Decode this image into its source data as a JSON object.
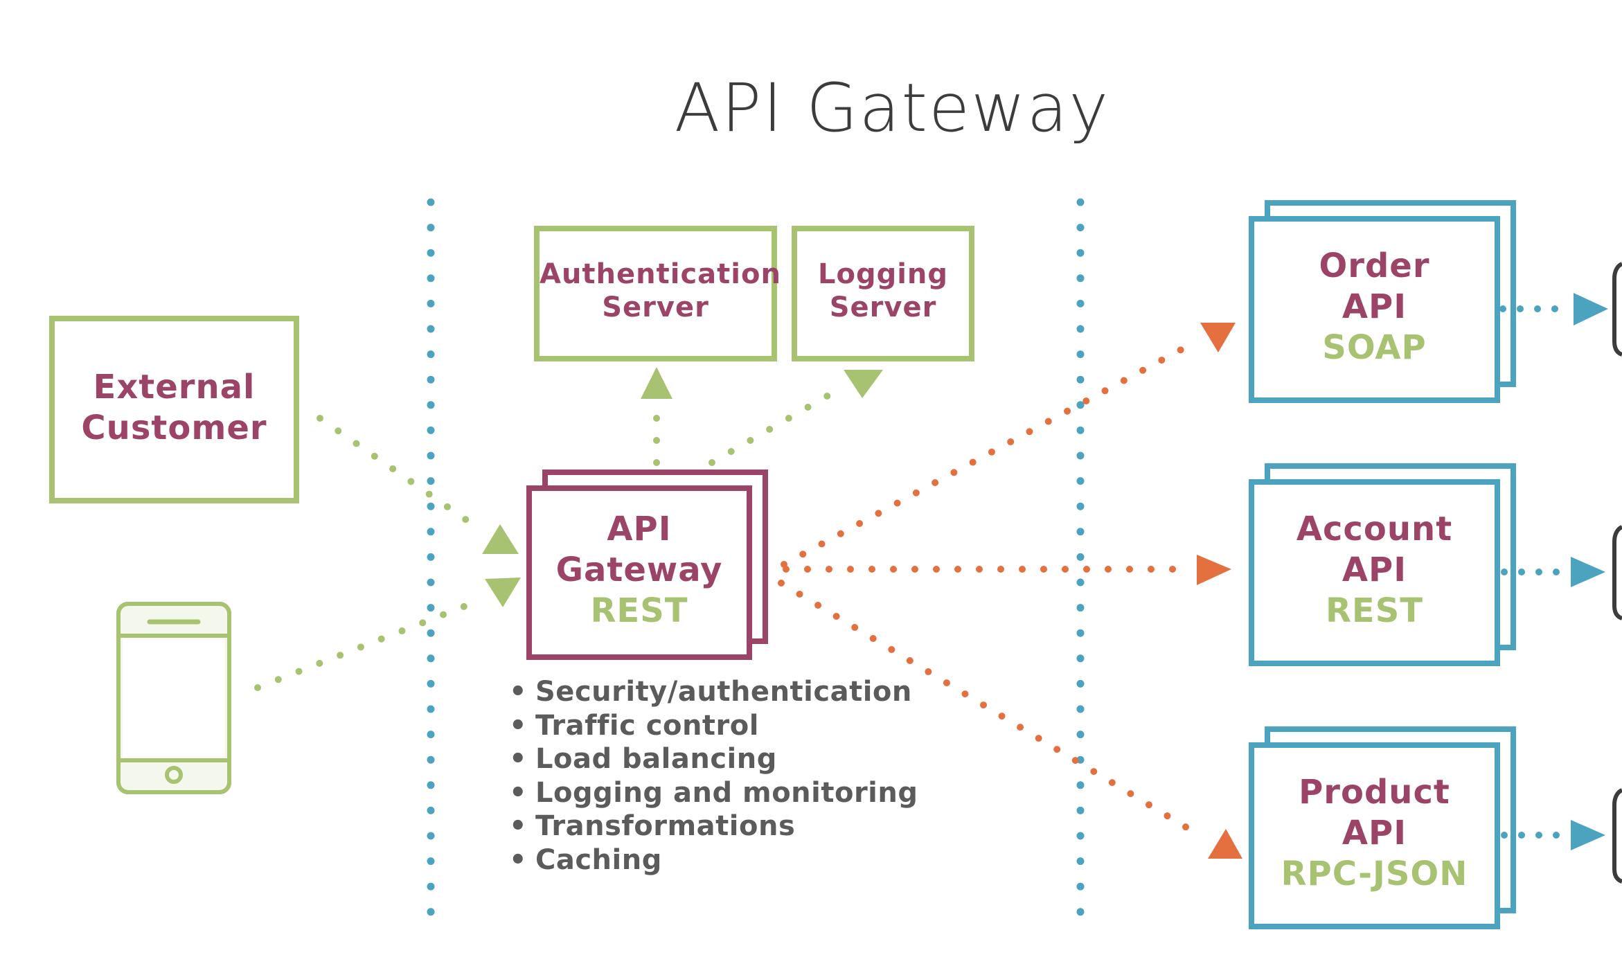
{
  "title": "API Gateway",
  "colors": {
    "green": "#a7c271",
    "purple": "#9c4468",
    "blue": "#4ba3c0",
    "orange": "#e4703f",
    "divider": "#4ba3c0",
    "text": "#5b5b5b"
  },
  "clients": {
    "external_customer": {
      "line1": "External",
      "line2": "Customer"
    },
    "mobile": {
      "icon": "smartphone-icon"
    }
  },
  "services": {
    "auth": {
      "line1": "Authentication",
      "line2": "Server"
    },
    "logging": {
      "line1": "Logging",
      "line2": "Server"
    }
  },
  "gateway": {
    "line1": "API",
    "line2": "Gateway",
    "protocol": "REST"
  },
  "features": [
    "Security/authentication",
    "Traffic control",
    "Load balancing",
    "Logging and monitoring",
    "Transformations",
    "Caching"
  ],
  "apis": [
    {
      "line1": "Order",
      "line2": "API",
      "protocol": "SOAP"
    },
    {
      "line1": "Account",
      "line2": "API",
      "protocol": "REST"
    },
    {
      "line1": "Product",
      "line2": "API",
      "protocol": "RPC-JSON"
    }
  ],
  "databases": [
    {
      "icon": "database-icon"
    },
    {
      "icon": "database-icon"
    },
    {
      "icon": "database-icon"
    }
  ]
}
